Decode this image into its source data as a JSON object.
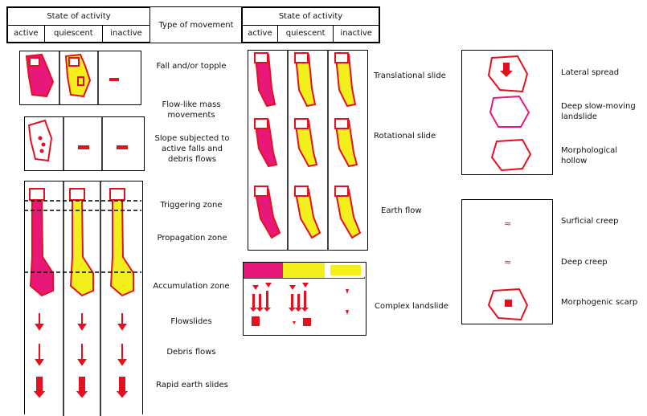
{
  "colors": {
    "active": "#e8187a",
    "quiescent": "#f2ef1d",
    "inactive": "#ffffff",
    "outline": "#e5101f",
    "line": "#000000"
  },
  "header_left": {
    "title": "State of activity",
    "cols": [
      "active",
      "quiescent",
      "inactive"
    ]
  },
  "header_middle": {
    "title": "Type of movement"
  },
  "header_right": {
    "title": "State of activity",
    "cols": [
      "active",
      "quiescent",
      "inactive"
    ]
  },
  "labels_left": [
    "Fall and/or topple",
    "Flow-like mass movements",
    "Slope subjected to active falls and debris flows",
    "Triggering zone",
    "Propagation zone",
    "Accumulation zone",
    "Flowslides",
    "Debris flows",
    "Rapid earth slides"
  ],
  "labels_middle": [
    "Translational slide",
    "Rotational slide",
    "Earth flow",
    "Complex landslide"
  ],
  "labels_right": [
    "Lateral spread",
    "Deep slow-moving landslide",
    "Morphological hollow",
    "Surficial creep",
    "Deep creep",
    "Morphogenic scarp"
  ]
}
